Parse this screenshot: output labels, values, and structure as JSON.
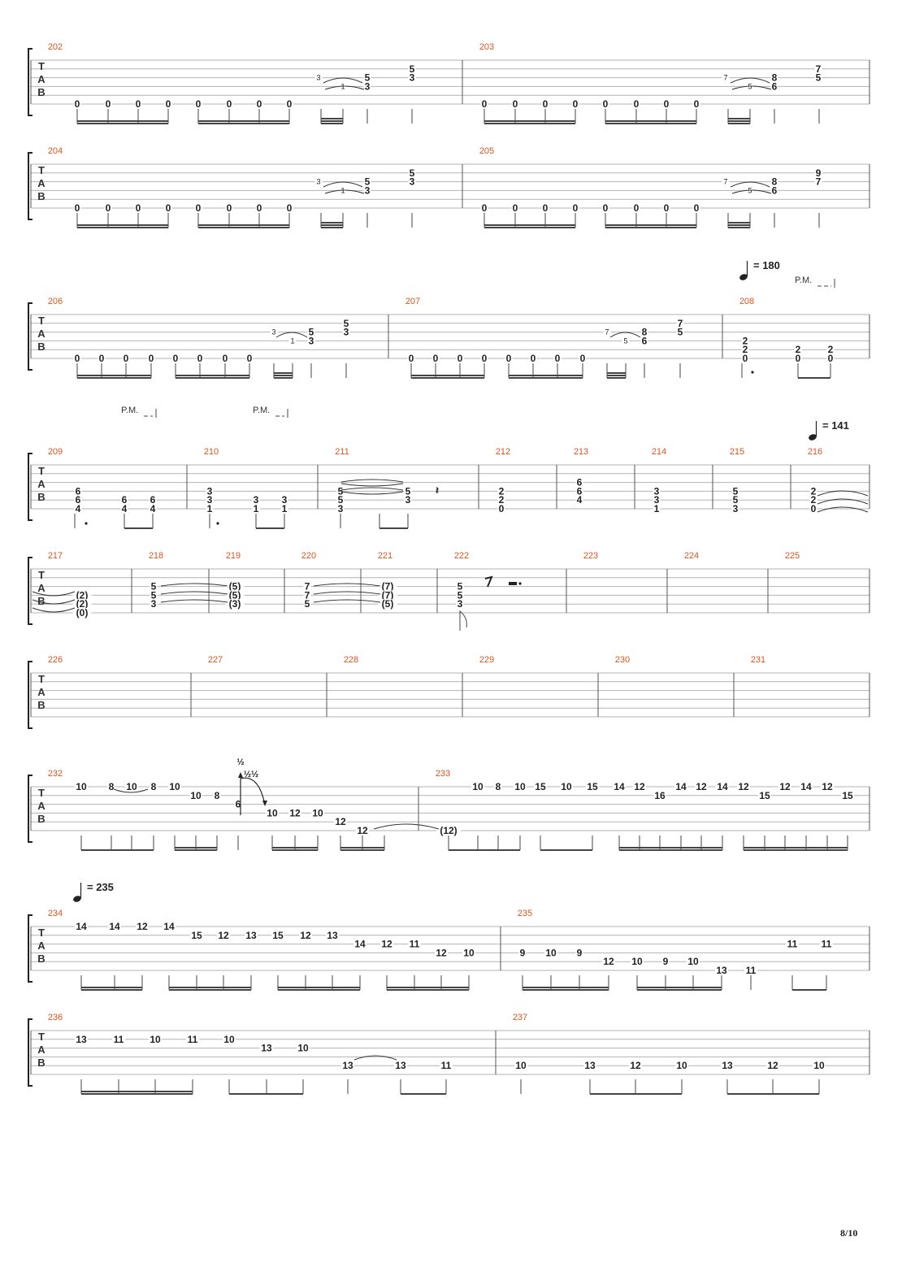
{
  "page_number": "8/10",
  "tab_label": [
    "T",
    "A",
    "B"
  ],
  "systems": [
    {
      "measures": [
        {
          "number": "202",
          "frets": [
            "0",
            "0",
            "0",
            "0",
            "0",
            "0",
            "0",
            "0",
            "3",
            "1",
            "5",
            "3",
            "5",
            "3"
          ]
        },
        {
          "number": "203",
          "frets": [
            "0",
            "0",
            "0",
            "0",
            "0",
            "0",
            "0",
            "0",
            "7",
            "5",
            "8",
            "6",
            "7",
            "5"
          ]
        }
      ]
    },
    {
      "measures": [
        {
          "number": "204",
          "frets": [
            "0",
            "0",
            "0",
            "0",
            "0",
            "0",
            "0",
            "0",
            "3",
            "1",
            "5",
            "3",
            "5",
            "3"
          ]
        },
        {
          "number": "205",
          "frets": [
            "0",
            "0",
            "0",
            "0",
            "0",
            "0",
            "0",
            "0",
            "7",
            "5",
            "8",
            "6",
            "9",
            "7"
          ]
        }
      ]
    },
    {
      "tempo": "= 180",
      "palm_mute": "P.M.",
      "measures": [
        {
          "number": "206",
          "frets": [
            "0",
            "0",
            "0",
            "0",
            "0",
            "0",
            "0",
            "0",
            "3",
            "1",
            "5",
            "3",
            "5",
            "3"
          ]
        },
        {
          "number": "207",
          "frets": [
            "0",
            "0",
            "0",
            "0",
            "0",
            "0",
            "0",
            "0",
            "7",
            "5",
            "8",
            "6",
            "7",
            "5"
          ]
        },
        {
          "number": "208",
          "frets": [
            "2",
            "2",
            "0",
            "2",
            "0",
            "2",
            "0"
          ]
        }
      ]
    },
    {
      "tempo": "= 141",
      "palm_mute": [
        "P.M.",
        "P.M."
      ],
      "measures": [
        {
          "number": "209",
          "frets": [
            "6",
            "6",
            "4",
            "6",
            "4",
            "6",
            "4"
          ]
        },
        {
          "number": "210",
          "frets": [
            "3",
            "3",
            "1",
            "3",
            "1",
            "3",
            "1"
          ]
        },
        {
          "number": "211",
          "frets": [
            "5",
            "5",
            "3",
            "5",
            "3"
          ]
        },
        {
          "number": "212",
          "frets": [
            "2",
            "2",
            "0"
          ]
        },
        {
          "number": "213",
          "frets": [
            "6",
            "6",
            "4"
          ]
        },
        {
          "number": "214",
          "frets": [
            "3",
            "3",
            "1"
          ]
        },
        {
          "number": "215",
          "frets": [
            "5",
            "5",
            "3"
          ]
        },
        {
          "number": "216",
          "frets": [
            "2",
            "2",
            "0"
          ]
        }
      ]
    },
    {
      "measures": [
        {
          "number": "217",
          "frets": [
            "(2)",
            "(2)",
            "(0)"
          ]
        },
        {
          "number": "218",
          "frets": [
            "5",
            "5",
            "3"
          ]
        },
        {
          "number": "219",
          "frets": [
            "(5)",
            "(5)",
            "(3)"
          ]
        },
        {
          "number": "220",
          "frets": [
            "7",
            "7",
            "5"
          ]
        },
        {
          "number": "221",
          "frets": [
            "(7)",
            "(7)",
            "(5)"
          ]
        },
        {
          "number": "222",
          "frets": [
            "5",
            "5",
            "3"
          ]
        },
        {
          "number": "223",
          "frets": []
        },
        {
          "number": "224",
          "frets": []
        },
        {
          "number": "225",
          "frets": []
        }
      ]
    },
    {
      "measures": [
        {
          "number": "226",
          "frets": []
        },
        {
          "number": "227",
          "frets": []
        },
        {
          "number": "228",
          "frets": []
        },
        {
          "number": "229",
          "frets": []
        },
        {
          "number": "230",
          "frets": []
        },
        {
          "number": "231",
          "frets": []
        }
      ]
    },
    {
      "bend_labels": [
        "½",
        "½½"
      ],
      "measures": [
        {
          "number": "232",
          "frets": [
            "10",
            "8",
            "10",
            "8",
            "10",
            "10",
            "8",
            "6",
            "10",
            "12",
            "10",
            "12",
            "12"
          ]
        },
        {
          "number": "233",
          "frets": [
            "(12)",
            "10",
            "8",
            "10",
            "15",
            "10",
            "15",
            "14",
            "12",
            "16",
            "14",
            "12",
            "14",
            "12",
            "15",
            "12",
            "14",
            "12",
            "15"
          ]
        }
      ]
    },
    {
      "tempo": "= 235",
      "measures": [
        {
          "number": "234",
          "frets": [
            "14",
            "14",
            "12",
            "14",
            "15",
            "12",
            "13",
            "15",
            "12",
            "13",
            "14",
            "12",
            "11",
            "12",
            "10"
          ]
        },
        {
          "number": "235",
          "frets": [
            "9",
            "10",
            "9",
            "12",
            "10",
            "9",
            "10",
            "13",
            "11",
            "11",
            "11"
          ]
        }
      ]
    },
    {
      "measures": [
        {
          "number": "236",
          "frets": [
            "13",
            "11",
            "10",
            "11",
            "10",
            "13",
            "10",
            "13",
            "13",
            "11"
          ]
        },
        {
          "number": "237",
          "frets": [
            "10",
            "13",
            "12",
            "10",
            "13",
            "12",
            "10"
          ]
        }
      ]
    }
  ]
}
